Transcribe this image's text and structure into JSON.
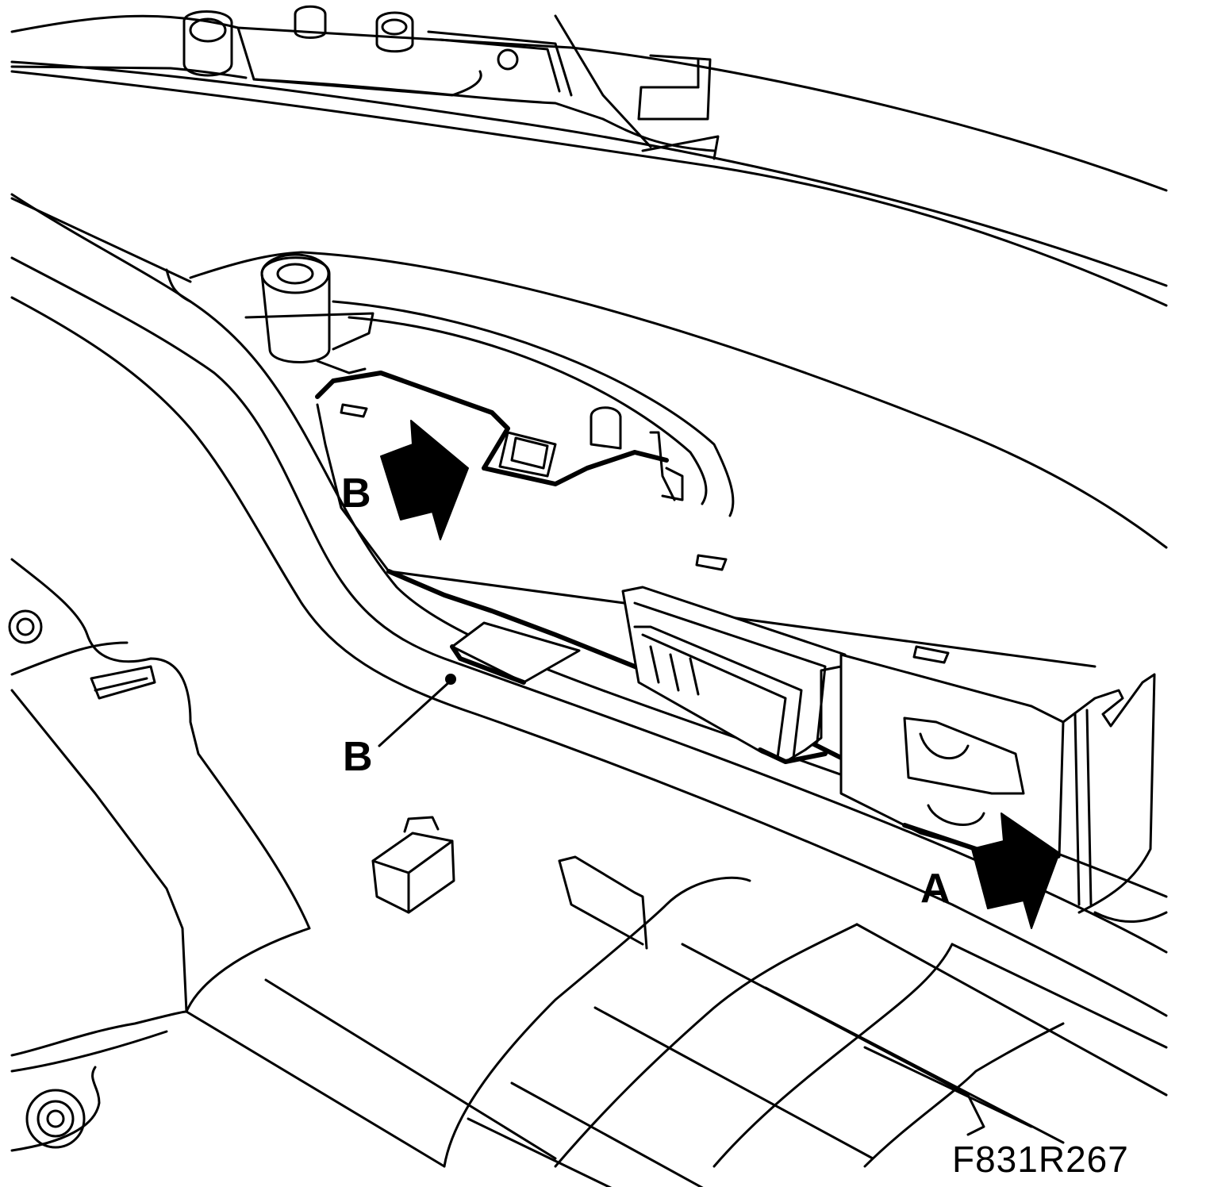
{
  "labels": {
    "b_top": "B",
    "b_bottom": "B",
    "a": "A"
  },
  "figure_id": "F831R267",
  "colors": {
    "line": "#000000",
    "background": "#ffffff"
  }
}
